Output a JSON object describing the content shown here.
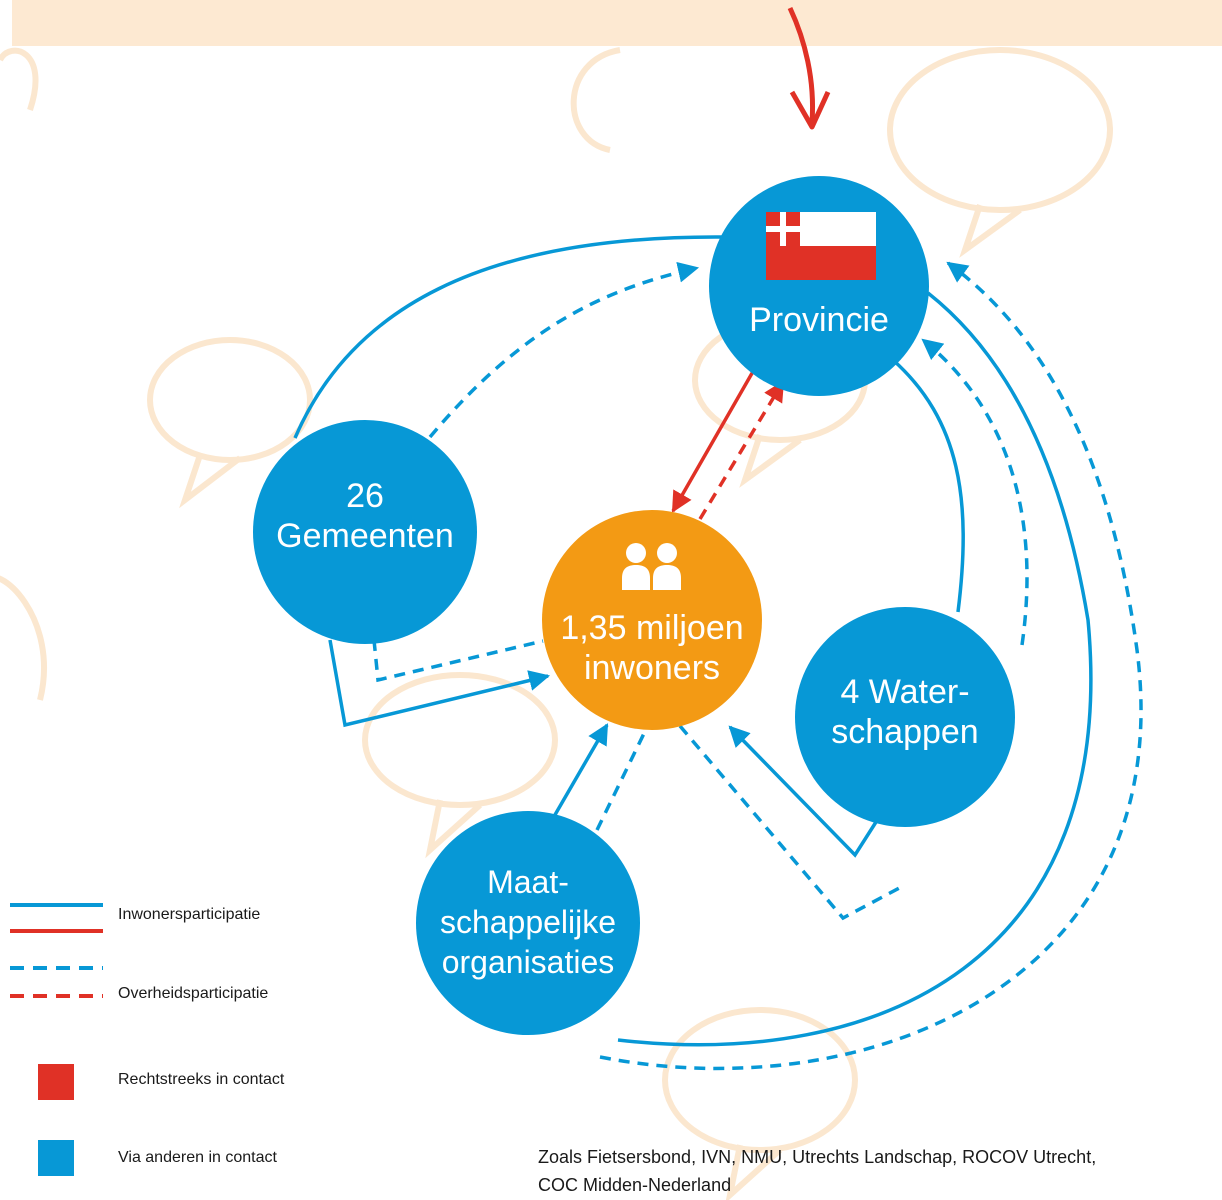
{
  "colors": {
    "blue": "#0798d6",
    "orange": "#f39a14",
    "red": "#e03126",
    "banner": "#fde9d2",
    "watermark": "#fbe7cf"
  },
  "nodes": {
    "provincie": {
      "label": "Provincie",
      "icon": "utrecht-flag-icon"
    },
    "gemeenten": {
      "line1": "26",
      "line2": "Gemeenten"
    },
    "inwoners": {
      "line1": "1,35 miljoen",
      "line2": "inwoners",
      "icon": "people-icon"
    },
    "waterschappen": {
      "line1": "4 Water-",
      "line2": "schappen"
    },
    "organisaties": {
      "line1": "Maat-",
      "line2": "schappelijke",
      "line3": "organisaties"
    }
  },
  "legend": {
    "solid": "Inwonersparticipatie",
    "dashed": "Overheidsparticipatie",
    "red": "Rechtstreeks in contact",
    "blue": "Via anderen in contact"
  },
  "footnote": {
    "line1": "Zoals Fietsersbond, IVN, NMU, Utrechts Landschap, ROCOV Utrecht,",
    "line2": "COC Midden-Nederland"
  }
}
